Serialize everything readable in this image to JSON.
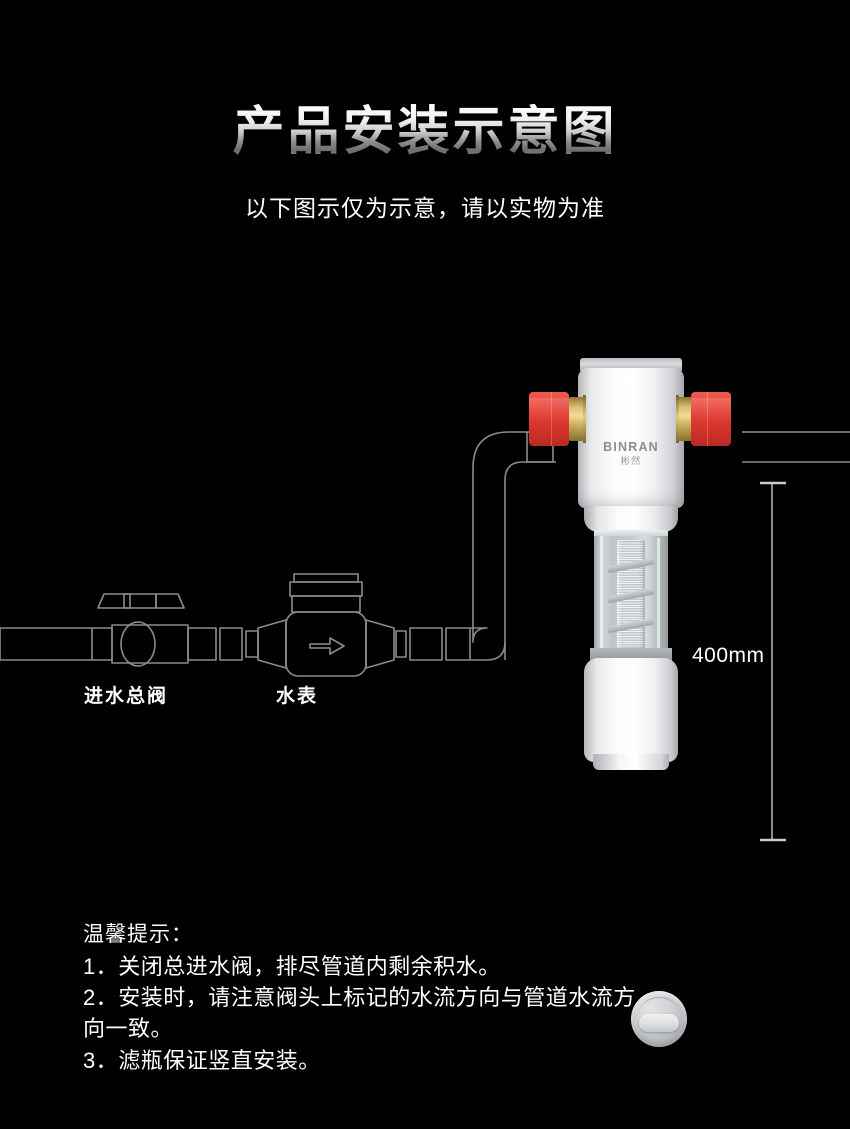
{
  "header": {
    "title": "产品安装示意图",
    "subtitle": "以下图示仅为示意，请以实物为准"
  },
  "diagram": {
    "labels": {
      "main_valve": "进水总阀",
      "water_meter": "水表"
    },
    "dimension": "400mm",
    "flow_arrow": "→"
  },
  "product": {
    "brand_en": "BINRAN",
    "brand_cn": "彬然"
  },
  "notes": {
    "title": "温馨提示：",
    "items": [
      "1．关闭总进水阀，排尽管道内剩余积水。",
      "2．安装时，请注意阀头上标记的水流方向与管道水流方\n向一致。",
      "3．滤瓶保证竖直安装。"
    ]
  },
  "colors": {
    "background": "#000000",
    "text": "#ffffff",
    "line": "#8a8c8f",
    "fitting_red": "#e03c32",
    "fitting_brass": "#c9ab56"
  }
}
